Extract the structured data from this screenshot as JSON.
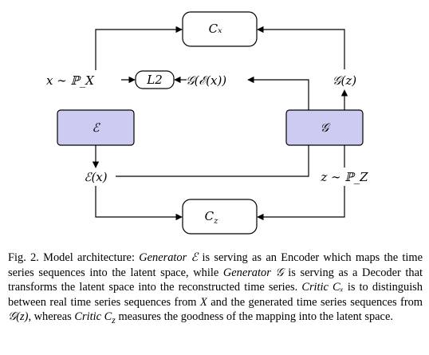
{
  "diagram": {
    "nodes": {
      "critic_x": "Cₓ",
      "l2": "L2",
      "encoder": "ℰ",
      "generator": "𝒢",
      "critic_z": "C_z"
    },
    "labels": {
      "x_dist": "x ∼ ℙ_X",
      "g_e_x": "𝒢(ℰ(x))",
      "g_z": "𝒢(z)",
      "e_x": "ℰ(x)",
      "z_dist": "z ∼ ℙ_Z"
    }
  },
  "caption": {
    "fig": "Fig. 2.",
    "p1": " Model architecture: ",
    "generator_word": "Generator",
    "e_sym": " ℰ ",
    "p2": "is serving as an Encoder which maps the time series sequences into the latent space, while ",
    "generator_word2": "Generator",
    "g_sym": " 𝒢 ",
    "p3": "is serving as a Decoder that transforms the latent space into the reconstructed time series. ",
    "critic_word": "Critic",
    "cx_sym": " Cₓ ",
    "p4": "is to distinguish between real time series sequences from ",
    "X_sym": "X",
    "p5": " and the generated time series sequences from ",
    "gz_sym": "𝒢(z)",
    "p6": ", whereas ",
    "critic_word2": "Critic",
    "cz_sym": " C",
    "cz_sub": "z",
    "p7": " measures the goodness of the mapping into the latent space."
  },
  "colors": {
    "block_fill": "#ccccf2",
    "stroke": "#000000",
    "background": "#ffffff"
  }
}
